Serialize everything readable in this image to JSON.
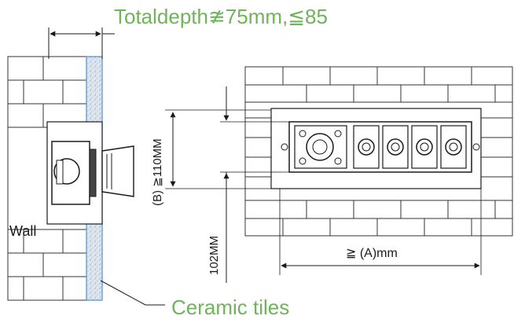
{
  "labels": {
    "total_depth": "Totaldepth≇75mm,≦85",
    "wall": "Wall",
    "ceramic_tiles": "Ceramic tiles",
    "dim_b": "(B) ≧110MM",
    "dim_102": "102MM",
    "dim_a": "≧ (A)mm"
  },
  "colors": {
    "label_green": "#6fb35a",
    "line": "#1a1a1a",
    "tile_blue": "#4a90d9"
  }
}
